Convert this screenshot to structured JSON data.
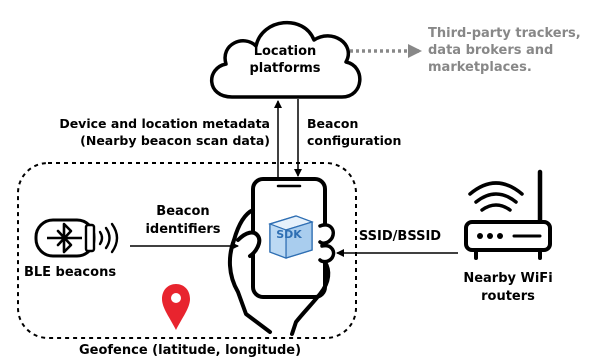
{
  "cloud": {
    "line1": "Location",
    "line2": "platforms"
  },
  "third_party": {
    "line1": "Third-party trackers,",
    "line2": "data brokers and",
    "line3": "marketplaces."
  },
  "upload": {
    "line1": "Device and location metadata",
    "line2": "(Nearby beacon scan data)"
  },
  "download": {
    "line1": "Beacon",
    "line2": "configuration"
  },
  "beacons": {
    "label": "BLE beacons",
    "arrow_line1": "Beacon",
    "arrow_line2": "identifiers"
  },
  "phone": {
    "sdk_label": "SDK"
  },
  "router": {
    "arrow_label": "SSID/BSSID",
    "line1": "Nearby WiFi",
    "line2": "routers"
  },
  "geofence": {
    "label": "Geofence (latitude,  longitude)"
  },
  "colors": {
    "pin": "#e8242e",
    "sdk_blue": "#2f6fb3",
    "third_party_text": "#888888",
    "dotted_arrow": "#888888"
  }
}
